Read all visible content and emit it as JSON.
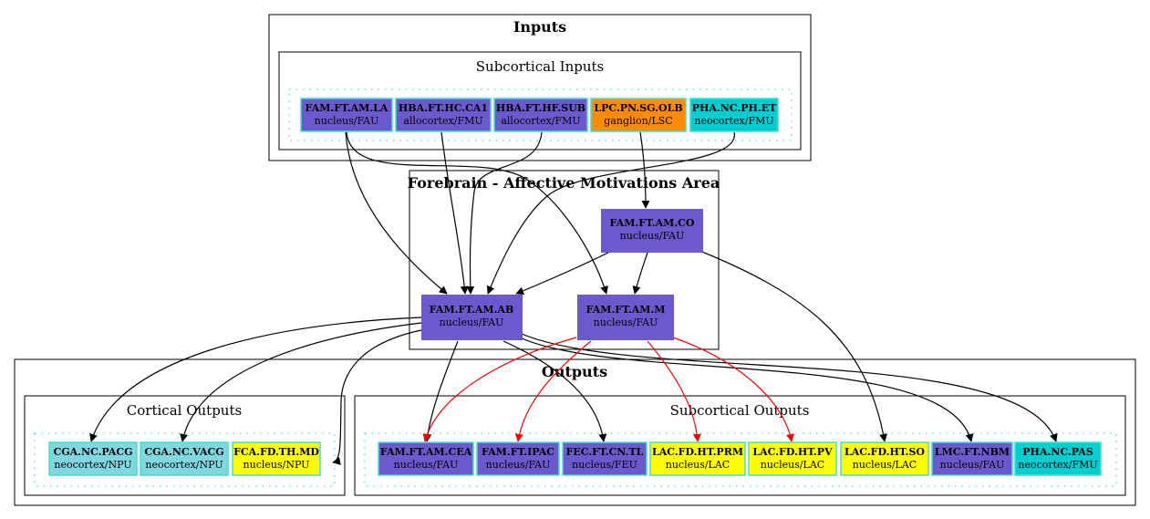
{
  "colors": {
    "purple": "#6a5acd",
    "orange": "#ff8c00",
    "cyan": "#00ced1",
    "light_cyan": "#7fd8e0",
    "yellow": "#ffff00",
    "node_border": "#40e0d0",
    "edge_black": "#000000",
    "edge_red": "#ff0000"
  },
  "clusters": {
    "inputs": "Inputs",
    "subcortical_inputs": "Subcortical Inputs",
    "forebrain": "Forebrain - Affective Motivations Area",
    "outputs": "Outputs",
    "cortical_outputs": "Cortical Outputs",
    "subcortical_outputs": "Subcortical Outputs"
  },
  "nodes": {
    "fam_ft_am_la": {
      "title": "FAM.FT.AM.LA",
      "sub": "nucleus/FAU",
      "color": "purple"
    },
    "hba_ft_hc_ca1": {
      "title": "HBA.FT.HC.CA1",
      "sub": "allocortex/FMU",
      "color": "purple"
    },
    "hba_ft_hf_sub": {
      "title": "HBA.FT.HF.SUB",
      "sub": "allocortex/FMU",
      "color": "purple"
    },
    "lpc_pn_sg_olb": {
      "title": "LPC.PN.SG.OLB",
      "sub": "ganglion/LSC",
      "color": "orange"
    },
    "pha_nc_ph_et": {
      "title": "PHA.NC.PH.ET",
      "sub": "neocortex/FMU",
      "color": "cyan"
    },
    "fam_ft_am_co": {
      "title": "FAM.FT.AM.CO",
      "sub": "nucleus/FAU",
      "color": "purple"
    },
    "fam_ft_am_ab": {
      "title": "FAM.FT.AM.AB",
      "sub": "nucleus/FAU",
      "color": "purple"
    },
    "fam_ft_am_m": {
      "title": "FAM.FT.AM.M",
      "sub": "nucleus/FAU",
      "color": "purple"
    },
    "cga_nc_pacg": {
      "title": "CGA.NC.PACG",
      "sub": "neocortex/NPU",
      "color": "light_cyan"
    },
    "cga_nc_vacg": {
      "title": "CGA.NC.VACG",
      "sub": "neocortex/NPU",
      "color": "light_cyan"
    },
    "fca_fd_th_md": {
      "title": "FCA.FD.TH.MD",
      "sub": "nucleus/NPU",
      "color": "yellow"
    },
    "fam_ft_am_cea": {
      "title": "FAM.FT.AM.CEA",
      "sub": "nucleus/FAU",
      "color": "purple"
    },
    "fam_ft_ipac": {
      "title": "FAM.FT.IPAC",
      "sub": "nucleus/FAU",
      "color": "purple"
    },
    "fec_ft_cn_tl": {
      "title": "FEC.FT.CN.TL",
      "sub": "nucleus/FEU",
      "color": "purple"
    },
    "lac_fd_ht_prm": {
      "title": "LAC.FD.HT.PRM",
      "sub": "nucleus/LAC",
      "color": "yellow"
    },
    "lac_fd_ht_pv": {
      "title": "LAC.FD.HT.PV",
      "sub": "nucleus/LAC",
      "color": "yellow"
    },
    "lac_fd_ht_so": {
      "title": "LAC.FD.HT.SO",
      "sub": "nucleus/LAC",
      "color": "yellow"
    },
    "lmc_ft_nbm": {
      "title": "LMC.FT.NBM",
      "sub": "nucleus/FAU",
      "color": "purple"
    },
    "pha_nc_pas": {
      "title": "PHA.NC.PAS",
      "sub": "neocortex/FMU",
      "color": "cyan"
    }
  }
}
